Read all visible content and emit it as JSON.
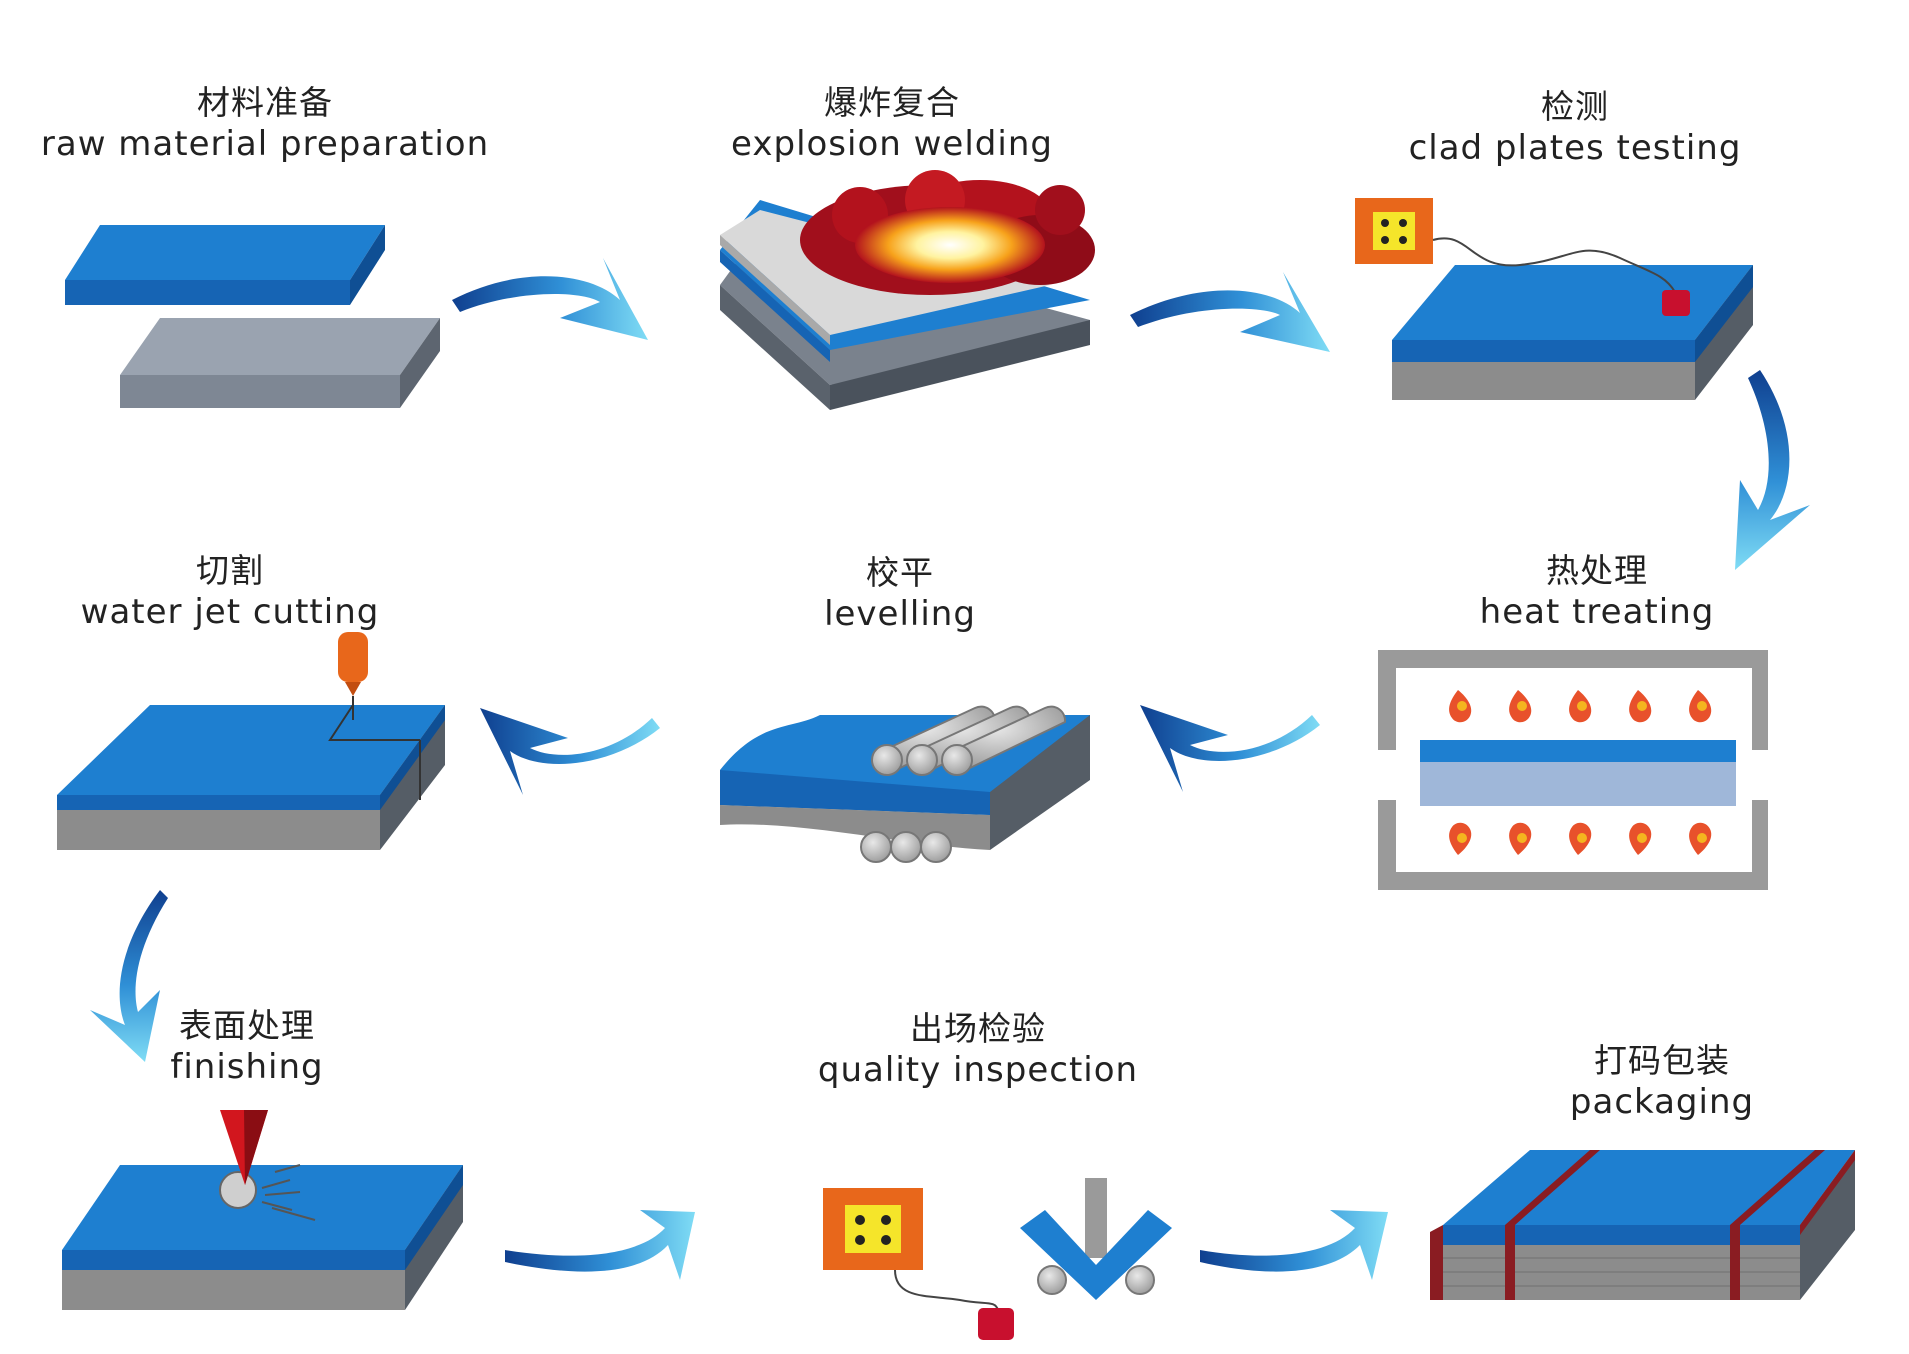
{
  "steps": [
    {
      "cn": "材料准备",
      "en": "raw material preparation"
    },
    {
      "cn": "爆炸复合",
      "en": "explosion welding"
    },
    {
      "cn": "检测",
      "en": "clad plates testing"
    },
    {
      "cn": "热处理",
      "en": "heat treating"
    },
    {
      "cn": "校平",
      "en": "levelling"
    },
    {
      "cn": "切割",
      "en": "water jet cutting"
    },
    {
      "cn": "表面处理",
      "en": "finishing"
    },
    {
      "cn": "出场检验",
      "en": "quality inspection"
    },
    {
      "cn": "打码包装",
      "en": "packaging"
    }
  ],
  "colors": {
    "plate_top": "#1e7fd0",
    "plate_blue_side": "#1664b4",
    "plate_grey_side": "#8c8c8c",
    "arrow_dark": "#0f3f8f",
    "arrow_light": "#6fd2f0",
    "instrument_frame": "#e8671b",
    "instrument_face": "#f5e52a",
    "probe": "#c8102e",
    "strap": "#8a1c22"
  }
}
